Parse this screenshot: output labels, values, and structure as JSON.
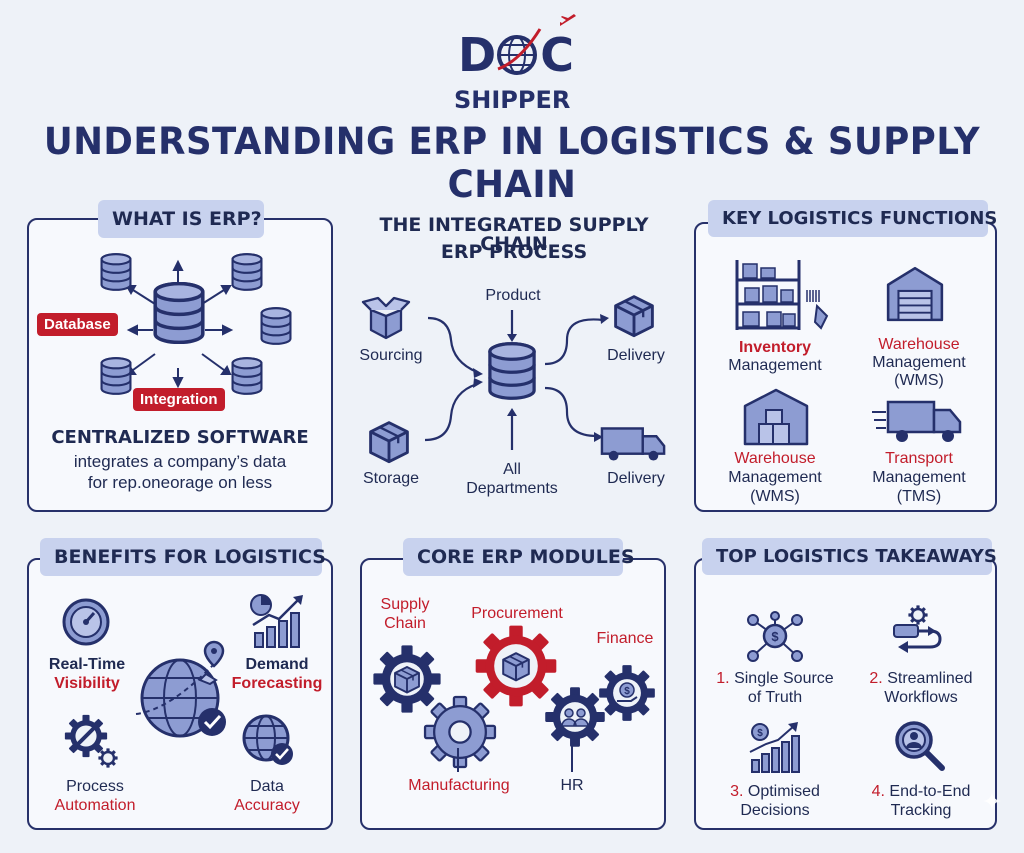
{
  "logo": {
    "top": "D",
    "middle": "C",
    "bottom": "SHIPPER"
  },
  "title": "UNDERSTANDING ERP IN LOGISTICS & SUPPLY CHAIN",
  "what_is_erp": {
    "heading": "WHAT IS ERP?",
    "tag_database": "Database",
    "tag_integration": "Integration",
    "subtitle": "CENTRALIZED SOFTWARE",
    "desc_line1": "integrates a company’s data",
    "desc_line2": "for rep.oneorage on less"
  },
  "process": {
    "heading_line1": "THE INTEGRATED SUPPLY CHAIN",
    "heading_line2": "ERP PROCESS",
    "product": "Product",
    "sourcing": "Sourcing",
    "storage": "Storage",
    "delivery_top": "Delivery",
    "delivery_bottom": "Delivery",
    "all_line1": "All",
    "all_line2": "Departments"
  },
  "key_functions": {
    "heading": "KEY LOGISTICS FUNCTIONS",
    "items": [
      {
        "line1": "Inventory",
        "line2": "Management",
        "line3": ""
      },
      {
        "line1": "Warehouse",
        "line2": "Management",
        "line3": "(WMS)"
      },
      {
        "line1": "Warehouse",
        "line2": "Management",
        "line3": "(WMS)"
      },
      {
        "line1": "Transport",
        "line2": "Management",
        "line3": "(TMS)"
      }
    ]
  },
  "benefits": {
    "heading": "BENEFITS FOR LOGISTICS",
    "items": [
      {
        "line1": "Real-Time",
        "line2": "Visibility"
      },
      {
        "line1": "Demand",
        "line2": "Forecasting"
      },
      {
        "line1": "Process",
        "line2": "Automation"
      },
      {
        "line1": "Data",
        "line2": "Accuracy"
      }
    ]
  },
  "modules": {
    "heading": "CORE ERP MODULES",
    "supply_line1": "Supply",
    "supply_line2": "Chain",
    "procurement": "Procurement",
    "finance": "Finance",
    "manufacturing": "Manufacturing",
    "hr": "HR"
  },
  "takeaways": {
    "heading": "TOP LOGISTICS TAKEAWAYS",
    "items": [
      {
        "num": "1.",
        "line1": "Single Source",
        "line2": "of Truth"
      },
      {
        "num": "2.",
        "line1": "Streamlined",
        "line2": "Workflows"
      },
      {
        "num": "3.",
        "line1": "Optimised",
        "line2": "Decisions"
      },
      {
        "num": "4.",
        "line1": "End-to-End",
        "line2": "Tracking"
      }
    ]
  },
  "colors": {
    "navy": "#25306b",
    "red": "#c21d2b",
    "tab": "#c8d2ee",
    "icon_fill": "#8d9cd2"
  }
}
